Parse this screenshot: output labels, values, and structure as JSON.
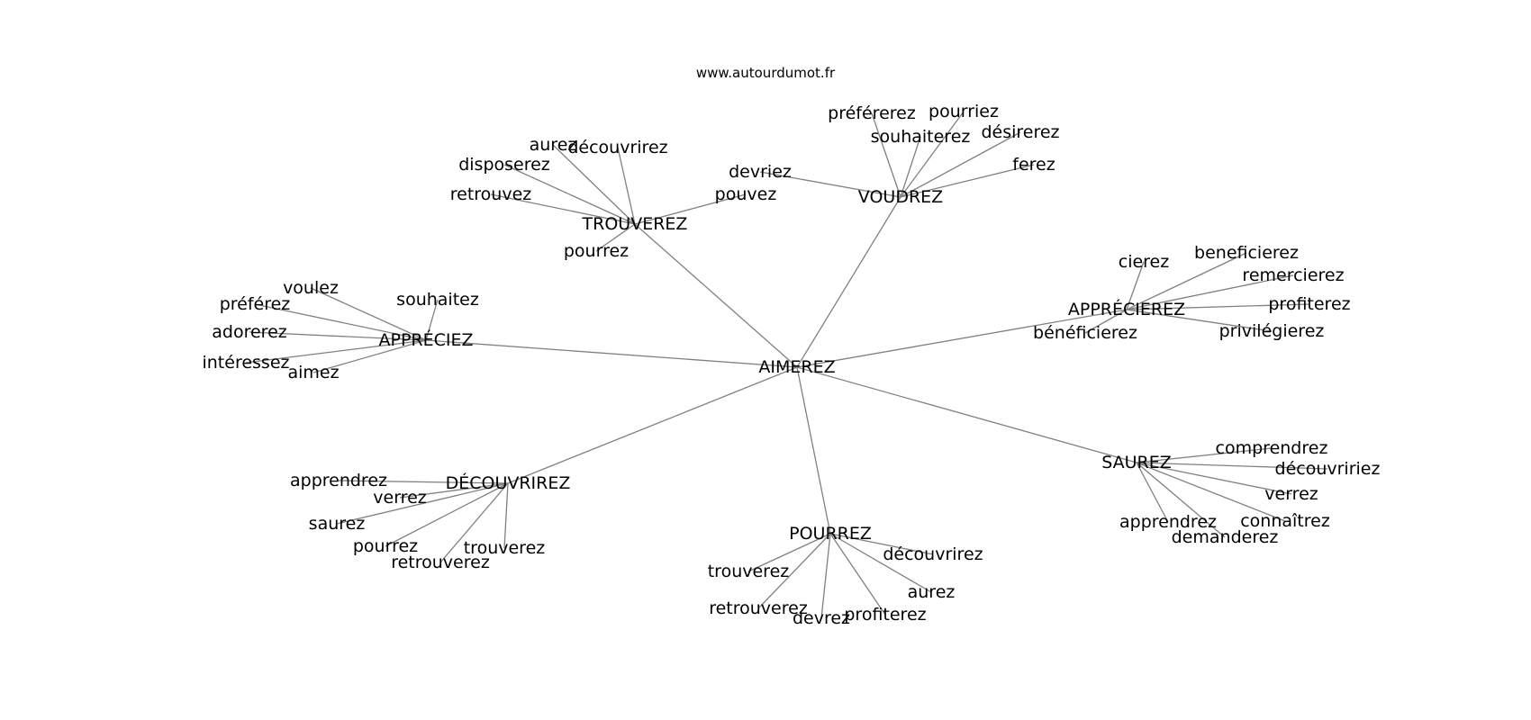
{
  "header": {
    "watermark": "www.autourdumot.fr"
  },
  "graph": {
    "center": "AIMEREZ",
    "clusters": [
      {
        "id": "trouverez",
        "label": "TROUVEREZ",
        "leaves": [
          "aurez",
          "découvrirez",
          "disposerez",
          "retrouvez",
          "pouvez",
          "pourrez"
        ]
      },
      {
        "id": "voudrez",
        "label": "VOUDREZ",
        "leaves": [
          "préférerez",
          "pourriez",
          "souhaiterez",
          "désirerez",
          "devriez",
          "ferez"
        ]
      },
      {
        "id": "apprecierez",
        "label": "APPRÉCIEREZ",
        "leaves": [
          "cierez",
          "beneficierez",
          "remercierez",
          "profiterez",
          "bénéficierez",
          "privilégierez"
        ]
      },
      {
        "id": "appreciez",
        "label": "APPRÉCIEZ",
        "leaves": [
          "voulez",
          "préférez",
          "souhaitez",
          "adorerez",
          "intéressez",
          "aimez"
        ]
      },
      {
        "id": "saurez",
        "label": "SAUREZ",
        "leaves": [
          "comprendrez",
          "découvririez",
          "verrez",
          "apprendrez",
          "connaîtrez",
          "demanderez"
        ]
      },
      {
        "id": "decouvrirez",
        "label": "DÉCOUVRIREZ",
        "leaves": [
          "apprendrez",
          "verrez",
          "saurez",
          "pourrez",
          "trouverez",
          "retrouverez"
        ]
      },
      {
        "id": "pourrez",
        "label": "POURREZ",
        "leaves": [
          "découvrirez",
          "trouverez",
          "aurez",
          "retrouverez",
          "devrez",
          "profiterez"
        ]
      }
    ]
  }
}
